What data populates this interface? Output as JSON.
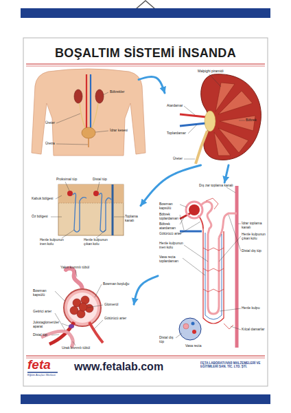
{
  "diagram": {
    "title": "BOŞALTIM SİSTEMİ İNSANDA",
    "nodes": [
      {
        "text": [
          "Böbrekler",
          "Üreter",
          "İdrar kesesi",
          "Üretra"
        ]
      },
      {
        "text": [
          "Malpighi piramidi",
          "Atardamar",
          "Böbrek",
          "Toplardamar",
          "Üreter"
        ]
      },
      {
        "text": [
          "Proksimal tüp",
          "Distal tüp",
          "Kabuk bölgesi",
          "Öz bölgesi",
          "Toplama kanalı",
          "Henle kulpunun inen kolu",
          "Henle kulpunun çıkan kolu"
        ]
      },
      {
        "text": [
          "Dış zar toplama kanalı",
          "Bowman kapsülü",
          "Böbrek toplardamarı",
          "Böbrek atardamarı",
          "Götürücü arter",
          "Henle kulpunun inen kolu",
          "Vasa recta toplardamarı",
          "İdrar toplama kanalı",
          "Henle kulpunun çıkan kolu",
          "Distal dış tüp",
          "Henle kulpu",
          "Distal dış tüp",
          "Kılcal damarlar",
          "Vasa recta"
        ]
      },
      {
        "text": [
          "Yakın kıvrımlı tübül",
          "Bowman boşluğu",
          "Bowman kapsülü",
          "Glomerül",
          "Getirici arter",
          "Jukstaglomerüler aparat",
          "Götürücü arter",
          "Distal tüp",
          "Uzak kıvrımlı tübül"
        ]
      }
    ],
    "edges": [
      {
        "from": 0,
        "to": 1,
        "arrow": "to"
      },
      {
        "from": 1,
        "to": 2,
        "arrow": "to"
      },
      {
        "from": 1,
        "to": 3,
        "arrow": "to"
      },
      {
        "from": 3,
        "to": 4,
        "arrow": "to"
      }
    ],
    "labels": [
      "feta",
      "Eğitim Araçları Merkezi",
      "www.fetalab.com",
      "FETA LABORATUVAR MALZEMELERİ VE EĞİTİMLERİ SAN. TİC. LTD. ŞTİ."
    ]
  }
}
